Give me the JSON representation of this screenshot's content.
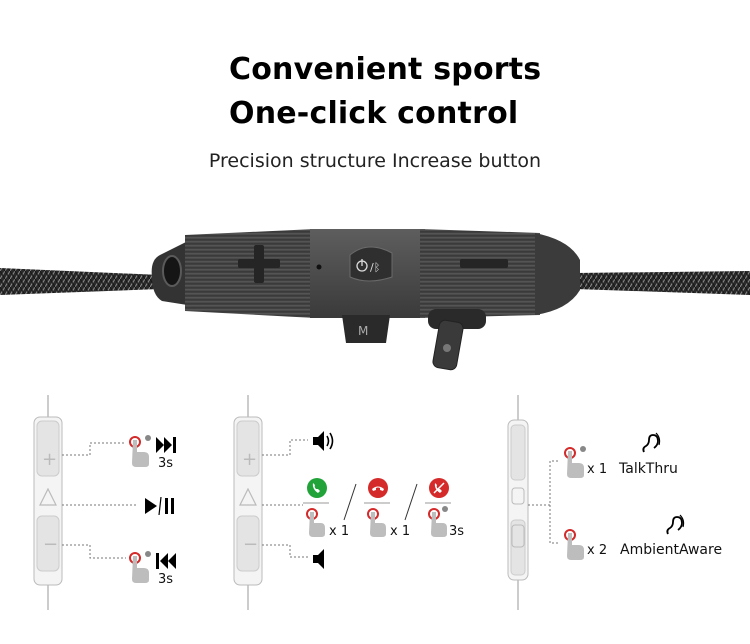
{
  "header": {
    "title_line1": "Convenient sports",
    "title_line2": "One-click control",
    "subtitle": "Precision structure Increase button"
  },
  "panel_media": {
    "hold_next": "3s",
    "hold_prev": "3s"
  },
  "panel_call": {
    "answer_taps": "x 1",
    "reject_taps": "x 1",
    "end_hold": "3s"
  },
  "panel_ambient": {
    "single_tap": "x 1",
    "single_label": "TalkThru",
    "double_tap": "x 2",
    "double_label": "AmbientAware"
  },
  "icons": {
    "hand": "tap-hand-icon",
    "next": "next-track-icon",
    "prev": "previous-track-icon",
    "play": "play-pause-icon",
    "vol_up": "volume-up-icon",
    "vol_down": "volume-down-icon",
    "answer": "phone-answer-icon",
    "reject": "phone-reject-icon",
    "end": "phone-end-icon",
    "ear": "ear-sound-icon"
  },
  "colors": {
    "green": "#22a33a",
    "red": "#d42a2a",
    "remote": "#4b4b4b",
    "cable": "#2a2a2a"
  }
}
